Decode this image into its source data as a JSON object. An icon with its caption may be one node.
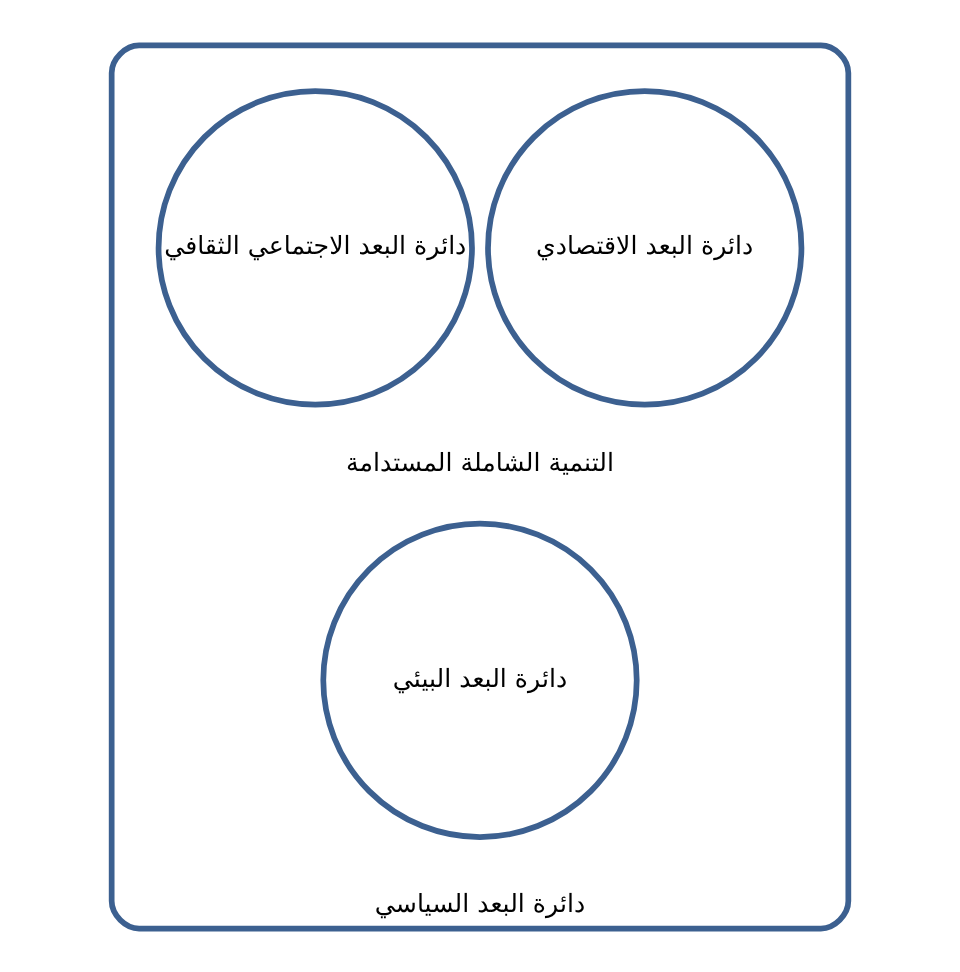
{
  "diagram": {
    "nodes": [
      {
        "text": [
          "دائرة البعد السياسي"
        ]
      },
      {
        "text": [
          "دائرة البعد الاقتصادي"
        ],
        "in": 0
      },
      {
        "text": [
          "دائرة البعد الاجتماعي الثقافي"
        ],
        "in": 0
      },
      {
        "text": [
          "دائرة البعد البيئي"
        ],
        "in": 0
      }
    ],
    "edges": [],
    "labels": [
      "التنمية الشاملة المستدامة"
    ]
  }
}
